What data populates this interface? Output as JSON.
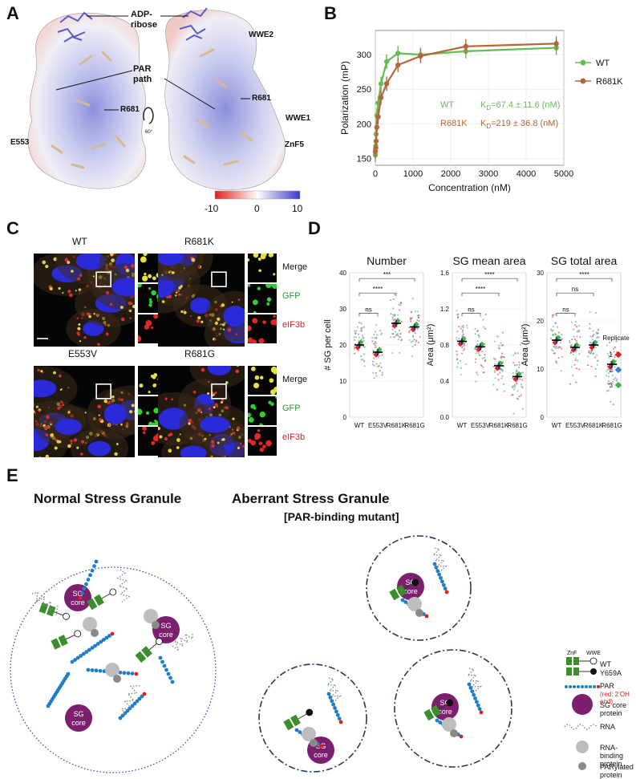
{
  "panels": {
    "a": "A",
    "b": "B",
    "c": "C",
    "d": "D",
    "e": "E"
  },
  "panel_a": {
    "labels": {
      "adp": "ADP-\nribose",
      "par": "PAR\npath",
      "wwe2": "WWE2",
      "r681_left": "R681",
      "r681_right": "R681",
      "e553": "E553",
      "wwe1": "WWE1",
      "znf5": "ZnF5",
      "rot": "60°"
    },
    "colorbar": {
      "ticks": [
        "-10",
        "0",
        "10"
      ],
      "colors": {
        "neg": "#e0221c",
        "mid": "#ffffff",
        "pos": "#3b37d1"
      }
    }
  },
  "panel_b": {
    "legend": [
      "WT",
      "R681K"
    ],
    "annotation_wt": {
      "name": "WT",
      "kd": "K",
      "sub": "D",
      "val": "=67.4 ± 11.6 (nM)"
    },
    "annotation_r681k": {
      "name": "R681K",
      "kd": "K",
      "sub": "D",
      "val": "=219 ± 36.8 (nM)"
    },
    "colors": {
      "wt": "#66bb55",
      "r681k": "#b5653a"
    }
  },
  "chart_data": [
    {
      "type": "line",
      "xlabel": "Concentration (nM)",
      "ylabel": "Polarization (mP)",
      "xlim": [
        0,
        5000
      ],
      "ylim": [
        140,
        335
      ],
      "xticks": [
        "0",
        "1000",
        "2000",
        "3000",
        "4000",
        "5000"
      ],
      "yticks": [
        "150",
        "200",
        "250",
        "300"
      ],
      "series": [
        {
          "name": "WT",
          "x": [
            0,
            10,
            20,
            40,
            75,
            150,
            300,
            600,
            1200,
            2400,
            4800
          ],
          "y": [
            155,
            168,
            185,
            212,
            230,
            258,
            290,
            302,
            300,
            305,
            310
          ]
        },
        {
          "name": "R681K",
          "x": [
            0,
            10,
            20,
            40,
            75,
            150,
            300,
            600,
            1200,
            2400,
            4800
          ],
          "y": [
            160,
            165,
            175,
            195,
            210,
            238,
            258,
            285,
            298,
            312,
            316
          ]
        }
      ]
    },
    {
      "type": "scatter",
      "title": "Number",
      "ylabel": "# SG per cell",
      "categories": [
        "WT",
        "E553V",
        "R681K",
        "R681G"
      ],
      "ylim": [
        0,
        40
      ],
      "yticks": [
        "0",
        "10",
        "20",
        "30",
        "40"
      ],
      "means": [
        20,
        18,
        26,
        25
      ],
      "significance": [
        "ns",
        "****",
        "***"
      ]
    },
    {
      "type": "scatter",
      "title": "SG mean area",
      "ylabel": "Area (μm²)",
      "categories": [
        "WT",
        "E553V",
        "R681K",
        "R681G"
      ],
      "ylim": [
        0.0,
        1.6
      ],
      "yticks": [
        "0.0",
        "0.4",
        "0.8",
        "1.2",
        "1.6"
      ],
      "means": [
        0.84,
        0.78,
        0.57,
        0.45
      ],
      "significance": [
        "ns",
        "****",
        "****"
      ]
    },
    {
      "type": "scatter",
      "title": "SG total area",
      "ylabel": "Area (μm²)",
      "categories": [
        "WT",
        "E553V",
        "R681K",
        "R681G"
      ],
      "ylim": [
        0,
        30
      ],
      "yticks": [
        "0",
        "10",
        "20",
        "30"
      ],
      "means": [
        16,
        14.5,
        15,
        11
      ],
      "significance": [
        "ns",
        "ns",
        "****"
      ]
    }
  ],
  "panel_d": {
    "legend_title": "Replicate",
    "replicates": [
      {
        "label": "1",
        "color": "#e0222c"
      },
      {
        "label": "2",
        "color": "#3a7fd0"
      },
      {
        "label": "3",
        "color": "#44b24a"
      }
    ]
  },
  "panel_c": {
    "groups": [
      "WT",
      "R681K",
      "E553V",
      "R681G"
    ],
    "channels": [
      "Merge",
      "GFP",
      "eIF3b"
    ],
    "channel_colors": {
      "merge": "#111111",
      "gfp": "#2a9b2a",
      "eif3b": "#d42020"
    }
  },
  "panel_e": {
    "normal_title": "Normal Stress Granule",
    "aberrant_title": "Aberrant Stress Granule",
    "aberrant_sub": "[PAR-binding mutant]",
    "sg_core": "SG\ncore",
    "legend": {
      "znf": "ZnF",
      "wwe": "WWE",
      "wt": "WT",
      "y659a": "Y659A",
      "par": "PAR",
      "par_note": "(red: 2’OH end)",
      "sg_core_protein": "SG core protein",
      "rna": "RNA",
      "rbp": "RNA-binding protein",
      "parylated": "PARylated protein"
    },
    "colors": {
      "core": "#7b1f6e",
      "par": "#1e7fc8",
      "green": "#3a8f2a",
      "gray": "#bdbdbd",
      "darkgray": "#8a8a8a"
    }
  }
}
